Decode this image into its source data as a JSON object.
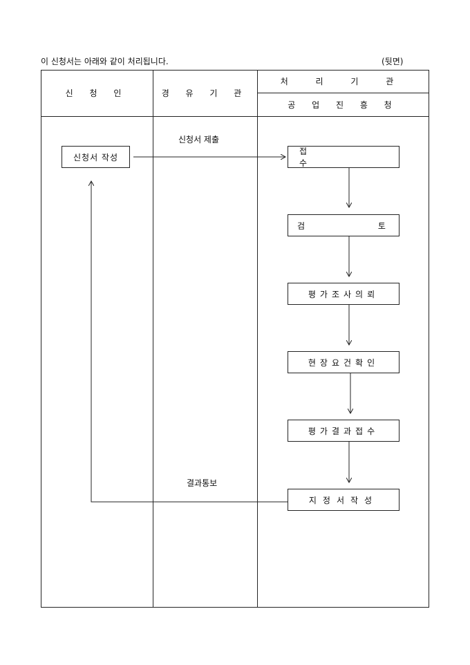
{
  "intro": "이 신청서는 아래와 같이 처리됩니다.",
  "page_side": "(뒷면)",
  "headers": {
    "applicant": "신 청 인",
    "via_agency": "경 유 기 관",
    "processing_agency": "처 리 기 관",
    "processing_agency_name": "공 업 진 흥 청"
  },
  "applicant_box": "신청서 작성",
  "submit_label": "신청서 제출",
  "result_label": "결과통보",
  "steps": [
    "접 수",
    "검 토",
    "평가조사의뢰",
    "현장요건확인",
    "평가결과접수",
    "지정서작성"
  ]
}
